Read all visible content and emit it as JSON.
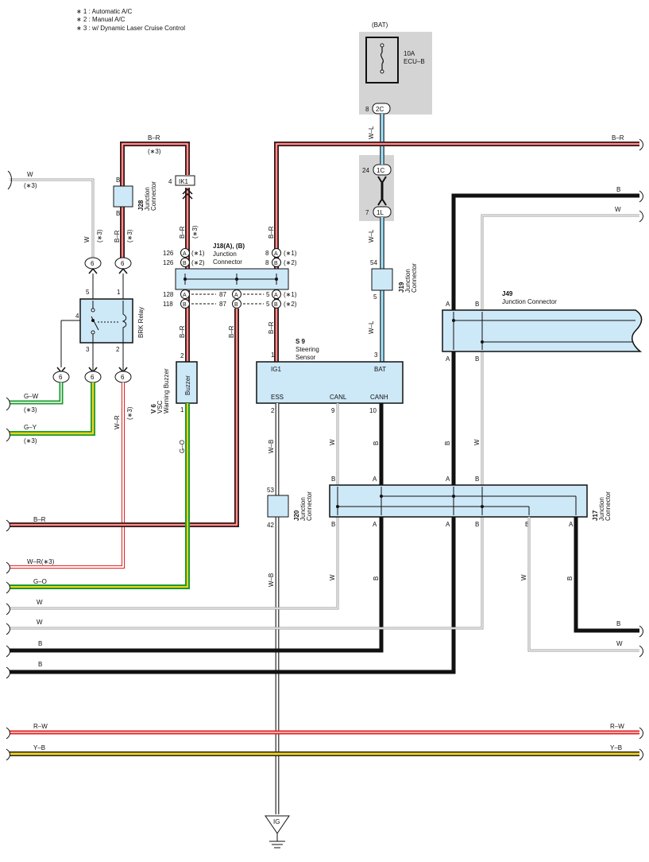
{
  "notes": [
    "∗ 1 : Automatic A/C",
    "∗ 2 : Manual A/C",
    "∗ 3 : w/ Dynamic Laser Cruise Control"
  ],
  "fuse": {
    "source": "(BAT)",
    "rating": "10A",
    "name": "ECU–B",
    "pin": "8",
    "conn": "2C"
  },
  "j_1c": {
    "pin": "24",
    "conn": "1C"
  },
  "j_1l": {
    "pin": "7",
    "conn": "1L"
  },
  "j28": {
    "id": "J28",
    "title": "Junction",
    "title2": "Connector",
    "pin_top": "B",
    "pin_bot": "B"
  },
  "ik1": {
    "pin": "4",
    "conn": "IK1"
  },
  "j18": {
    "id": "J18(A), (B)",
    "title": "Junction",
    "title2": "Connector",
    "row1": {
      "a1": "126",
      "b1": "A",
      "n1": "(∗1)",
      "a2": "8",
      "b2": "A",
      "n2": "(∗1)"
    },
    "row2": {
      "a1": "126",
      "b1": "B",
      "n1": "(∗2)",
      "a2": "8",
      "b2": "B",
      "n2": "(∗2)"
    },
    "row3": {
      "p1": "128",
      "c1": "A",
      "p2": "87",
      "c2": "A",
      "p3": "5",
      "c3": "A",
      "n3": "(∗1)"
    },
    "row4": {
      "p1": "118",
      "c1": "B",
      "p2": "87",
      "c2": "B",
      "p3": "5",
      "c3": "B",
      "n3": "(∗2)"
    }
  },
  "j19": {
    "id": "J19",
    "title": "Junction",
    "title2": "Connector",
    "pin_top": "54",
    "pin_bot": "5"
  },
  "brk": {
    "name": "BRK Relay",
    "p5": "5",
    "p1": "1",
    "p4": "4",
    "p3": "3",
    "p2": "2",
    "conn": "6"
  },
  "buzzer": {
    "id": "V 6",
    "title": "VSC",
    "title2": "Warning Buzzer",
    "label": "Buzzer",
    "p2": "2",
    "p1": "1"
  },
  "s9": {
    "id": "S 9",
    "title": "Steering",
    "title2": "Sensor",
    "ig1": "IG1",
    "bat": "BAT",
    "ess": "ESS",
    "canl": "CANL",
    "canh": "CANH",
    "p1": "1",
    "p3": "3",
    "p2": "2",
    "p9": "9",
    "p10": "10"
  },
  "j20": {
    "id": "J20",
    "title": "Junction",
    "title2": "Connector",
    "pin_top": "53",
    "pin_bot": "42"
  },
  "j49": {
    "id": "J49",
    "title": "Junction Connector",
    "a": "A",
    "b": "B"
  },
  "j17": {
    "id": "J17",
    "title": "Junction",
    "title2": "Connector",
    "a": "A",
    "b": "B"
  },
  "ground": "IG",
  "wires": {
    "br": "B–R",
    "w": "W",
    "wl": "W–L",
    "b": "B",
    "gw": "G–W",
    "gy": "G–Y",
    "wr": "W–R",
    "wr3": "W–R(∗3)",
    "go": "G–O",
    "wb": "W–B",
    "rw": "R–W",
    "yb": "Y–B",
    "n3": "(∗3)"
  },
  "colors": {
    "red": "#e02020",
    "green": "#1a9a2e",
    "yellow": "#f2d21a",
    "blue": "#5fc8f0",
    "connector": "#cde8f7",
    "gray": "#d0d0d0"
  }
}
